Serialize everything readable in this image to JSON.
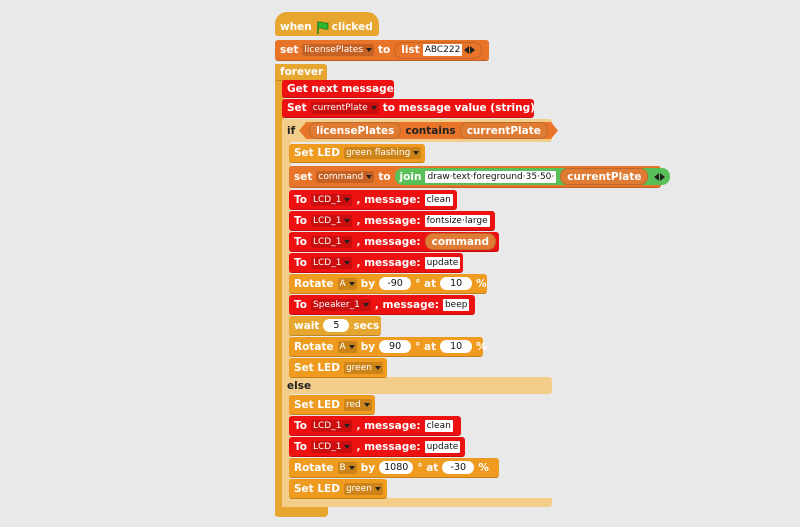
{
  "script": {
    "hat": {
      "when": "when",
      "clicked": "clicked"
    },
    "set_list": {
      "set": "set",
      "var": "licensePlates",
      "to": "to",
      "list": "list",
      "value": "ABC222"
    },
    "forever": "forever",
    "get_next": "Get next message",
    "set_current": {
      "set": "Set",
      "var": "currentPlate",
      "rest": "to message value (string)"
    },
    "if_block": {
      "if": "if",
      "list_var": "licensePlates",
      "contains": "contains",
      "item_var": "currentPlate"
    },
    "then": {
      "led1": {
        "label": "Set LED",
        "value": "green flashing"
      },
      "set_command": {
        "set": "set",
        "var": "command",
        "to": "to",
        "join": "join",
        "text": "draw·text·foreground·35·50·",
        "var2": "currentPlate"
      },
      "lcd1": {
        "to": "To",
        "device": "LCD_1",
        "msg": ", message:",
        "value": "clean"
      },
      "lcd2": {
        "to": "To",
        "device": "LCD_1",
        "msg": ", message:",
        "value": "fontsize·large"
      },
      "lcd3": {
        "to": "To",
        "device": "LCD_1",
        "msg": ", message:",
        "value": "command"
      },
      "lcd4": {
        "to": "To",
        "device": "LCD_1",
        "msg": ", message:",
        "value": "update"
      },
      "rotate1": {
        "label": "Rotate",
        "motor": "A",
        "by": "by",
        "deg": "-90",
        "at": "° at",
        "speed": "10",
        "pct": "%"
      },
      "speaker": {
        "to": "To",
        "device": "Speaker_1",
        "msg": ", message:",
        "value": "beep"
      },
      "wait": {
        "label": "wait",
        "value": "5",
        "secs": "secs"
      },
      "rotate2": {
        "label": "Rotate",
        "motor": "A",
        "by": "by",
        "deg": "90",
        "at": "° at",
        "speed": "10",
        "pct": "%"
      },
      "led2": {
        "label": "Set LED",
        "value": "green"
      }
    },
    "else": "else",
    "else_body": {
      "led3": {
        "label": "Set LED",
        "value": "red"
      },
      "lcd5": {
        "to": "To",
        "device": "LCD_1",
        "msg": ", message:",
        "value": "clean"
      },
      "lcd6": {
        "to": "To",
        "device": "LCD_1",
        "msg": ", message:",
        "value": "update"
      },
      "rotate3": {
        "label": "Rotate",
        "motor": "B",
        "by": "by",
        "deg": "1080",
        "at": "° at",
        "speed": "-30",
        "pct": "%"
      },
      "led4": {
        "label": "Set LED",
        "value": "green"
      }
    }
  },
  "colors": {
    "background": "#e9e9e9",
    "control": "#e6a630",
    "led_motor": "#ef9b1f",
    "variables": "#e8742a",
    "device": "#ee1111",
    "operator_join": "#59c059",
    "if_shade": "#f3cd8a"
  },
  "icons": {
    "hat_flag": "green-flag-icon"
  }
}
